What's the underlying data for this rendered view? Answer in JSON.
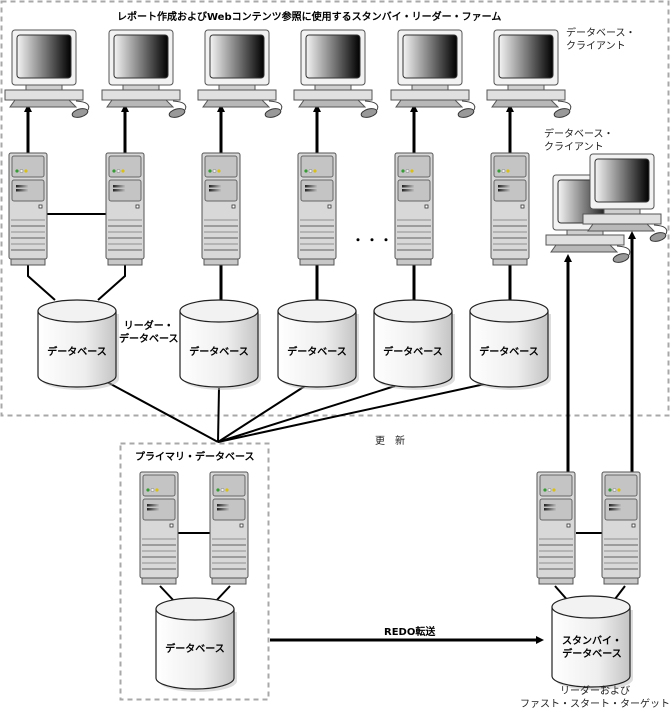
{
  "diagram": {
    "farm_title": "レポート作成およびWebコンテンツ参照に使用するスタンバイ・リーダー・ファーム",
    "client_label_top": [
      "データベース・",
      "クライアント"
    ],
    "client_label_right": [
      "データベース・",
      "クライアント"
    ],
    "reader_db_label": [
      "リーダー・",
      "データベース"
    ],
    "ellipsis": "・・・",
    "database_label": "データベース",
    "reader_databases": [
      "データベース",
      "データベース",
      "データベース",
      "データベース",
      "データベース"
    ],
    "update_label": "更　新",
    "primary_title": "プライマリ・データベース",
    "primary_db_label": "データベース",
    "redo_label": "REDO転送",
    "standby_db_label": [
      "スタンバイ・",
      "データベース"
    ],
    "standby_caption": [
      "リーダーおよび",
      "ファスト・スタート・ターゲット"
    ],
    "colors": {
      "line": "#000000",
      "dash": "#a0a0a0",
      "device_fill": "#d8d8d8",
      "device_stroke": "#555555",
      "led_green": "#3a9a3a",
      "led_white": "#f0f0f0",
      "led_yellow": "#d8c020"
    },
    "reader_client_count": 6,
    "reader_server_count": 6,
    "primary_server_count": 2,
    "standby_server_count": 2,
    "standby_client_count": 2
  }
}
